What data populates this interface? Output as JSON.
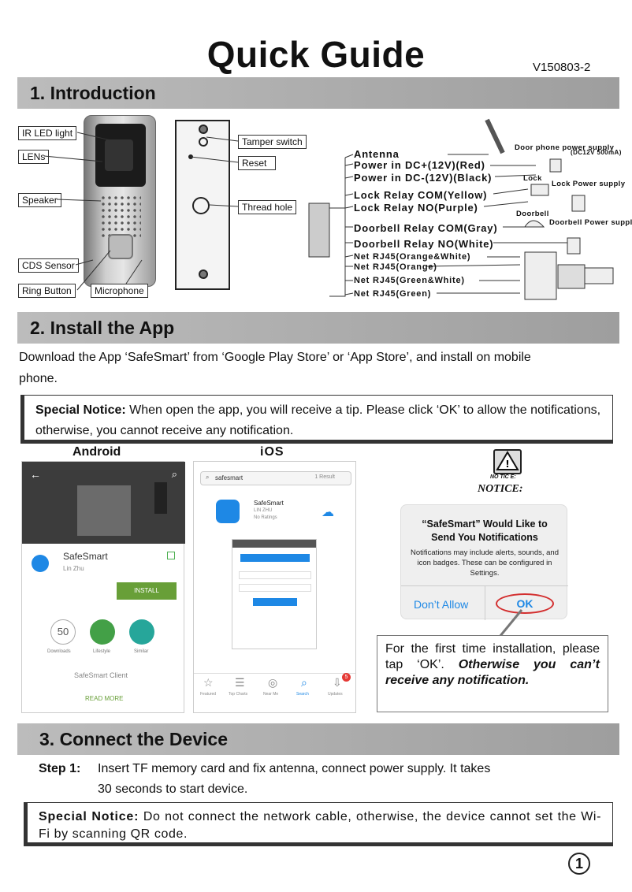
{
  "header": {
    "title": "Quick Guide",
    "version": "V150803-2"
  },
  "section1": {
    "title": "1. Introduction",
    "device_labels": [
      "IR LED light",
      "LENs",
      "Speaker",
      "CDS Sensor",
      "Ring Button",
      "Microphone"
    ],
    "back_labels": [
      "Tamper switch",
      "Reset",
      "Thread hole"
    ],
    "wires": {
      "antenna": "Antenna",
      "power_pos": "Power in DC+(12V)(Red)",
      "power_neg": "Power in DC-(12V)(Black)",
      "lock_com": "Lock Relay COM(Yellow)",
      "lock_no": "Lock Relay NO(Purple)",
      "bell_com": "Doorbell Relay COM(Gray)",
      "bell_no": "Doorbell Relay NO(White)",
      "rj45_1": "Net RJ45(Orange&White)",
      "rj45_2": "Net RJ45(Orange)",
      "rj45_3": "Net RJ45(Green&White)",
      "rj45_4": "Net RJ45(Green)"
    },
    "peripherals": {
      "door_phone": "Door phone power supply",
      "door_phone_spec": "(DC12V 500mA)",
      "lock": "Lock",
      "lock_power": "Lock Power supply",
      "doorbell": "Doorbell",
      "doorbell_power": "Doorbell Power supply"
    }
  },
  "section2": {
    "title": "2. Install the App",
    "intro": "Download  the App ‘SafeSmart’ from ‘Google Play  Store’ or ‘App Store’, and install on mobile phone.",
    "notice_title": "Special Notice:",
    "notice_text": " When open the app, you will receive a tip. Please click ‘OK’ to allow the notifications, otherwise, you cannot receive any notification.",
    "android_label": "Android",
    "ios_label": "iOS",
    "android_screen": {
      "app_name": "SafeSmart",
      "developer": "Lin Zhu",
      "install": "INSTALL",
      "downloads": "50",
      "stat_labels": [
        "Downloads",
        "Lifestyle",
        "Similar"
      ],
      "similar": "SafeSmart Client",
      "read_more": "READ MORE"
    },
    "ios_screen": {
      "search": "safesmart",
      "results": "1 Result",
      "app_name": "SafeSmart",
      "developer": "LIN ZHU",
      "rating": "No Ratings",
      "tabs": [
        "Featured",
        "Top Charts",
        "Near Me",
        "Search",
        "Updates"
      ],
      "badge": "5"
    },
    "notice_icon_caption": "NO  TIC  E:",
    "notice_heading": "NOTICE:",
    "dialog": {
      "title": "“SafeSmart” Would Like to Send You Notifications",
      "body": "Notifications may include alerts, sounds, and icon badges. These can be configured in Settings.",
      "dont_allow": "Don’t Allow",
      "ok": "OK"
    },
    "callout_normal": "For the first time installation, please tap ‘OK’. ",
    "callout_bold": "Otherwise you can’t receive any notification."
  },
  "section3": {
    "title": "3. Connect the Device",
    "step_label": "Step 1:",
    "step_text": "Insert TF memory card and fix antenna, connect power supply. It takes",
    "step_text2": "30 seconds to start device.",
    "notice_title": "Special Notice:",
    "notice_text": " Do not connect the network cable, otherwise, the device cannot set the Wi-Fi by scanning QR code."
  },
  "footer": {
    "page_number": "1"
  },
  "colors": {
    "section_bar": "#a8a8a8",
    "install_green": "#689f38",
    "ios_blue": "#1e88e5",
    "ok_red": "#d32f2f"
  }
}
